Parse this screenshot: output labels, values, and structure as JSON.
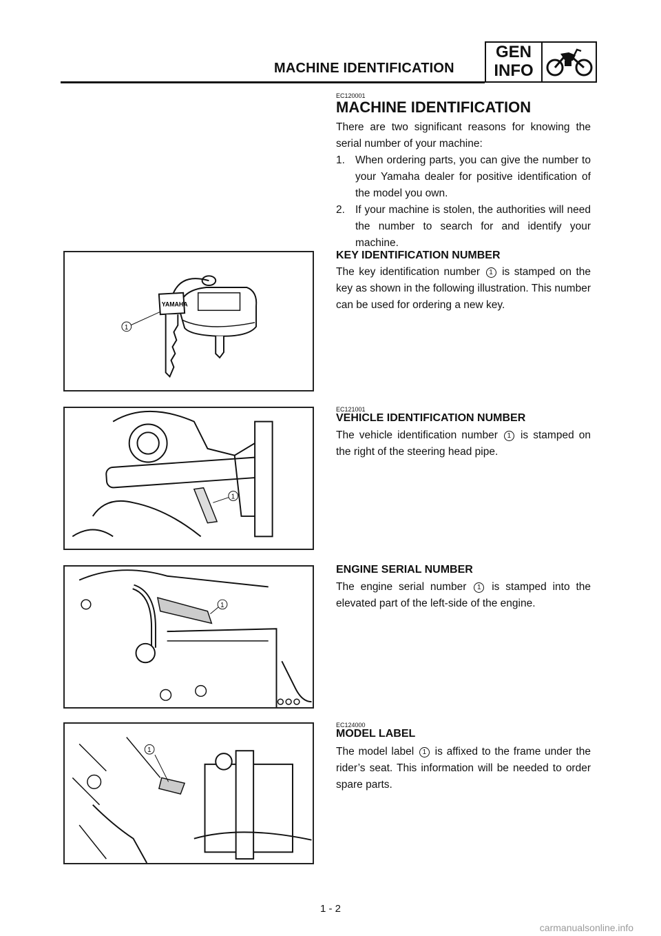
{
  "header": {
    "title": "MACHINE IDENTIFICATION",
    "badge_line1": "GEN",
    "badge_line2": "INFO",
    "icon": "motorcycle-icon"
  },
  "section_main": {
    "code": "EC120001",
    "heading": "MACHINE IDENTIFICATION",
    "intro": "There are two significant reasons for knowing the serial number of your machine:",
    "items": [
      {
        "num": "1.",
        "text": "When ordering parts, you can give the number to your Yamaha dealer for positive identification of the model you own."
      },
      {
        "num": "2.",
        "text": "If your machine is stolen, the authorities will need the number to search for and identify your machine."
      }
    ]
  },
  "key_section": {
    "heading": "KEY IDENTIFICATION NUMBER",
    "text_before": "The key identification number",
    "callout": "1",
    "text_after": "is stamped on the key as shown in the following illustration. This number can be used for ordering a new key.",
    "figure_label": "YAMAHA"
  },
  "vehicle_section": {
    "code": "EC121001",
    "heading": "VEHICLE IDENTIFICATION NUMBER",
    "text_before": "The vehicle identification number",
    "callout": "1",
    "text_after": "is stamped on the right of the steering head pipe."
  },
  "engine_section": {
    "heading": "ENGINE SERIAL NUMBER",
    "text_before": "The engine serial number",
    "callout": "1",
    "text_after": "is stamped into the elevated part of the left-side of the engine."
  },
  "model_section": {
    "code": "EC124000",
    "heading": "MODEL LABEL",
    "text_before": "The model label",
    "callout": "1",
    "text_after": "is affixed to the frame under the rider’s seat. This information will be needed to order spare parts."
  },
  "footer": {
    "page_number": "1 - 2",
    "watermark": "carmanualsonline.info"
  }
}
